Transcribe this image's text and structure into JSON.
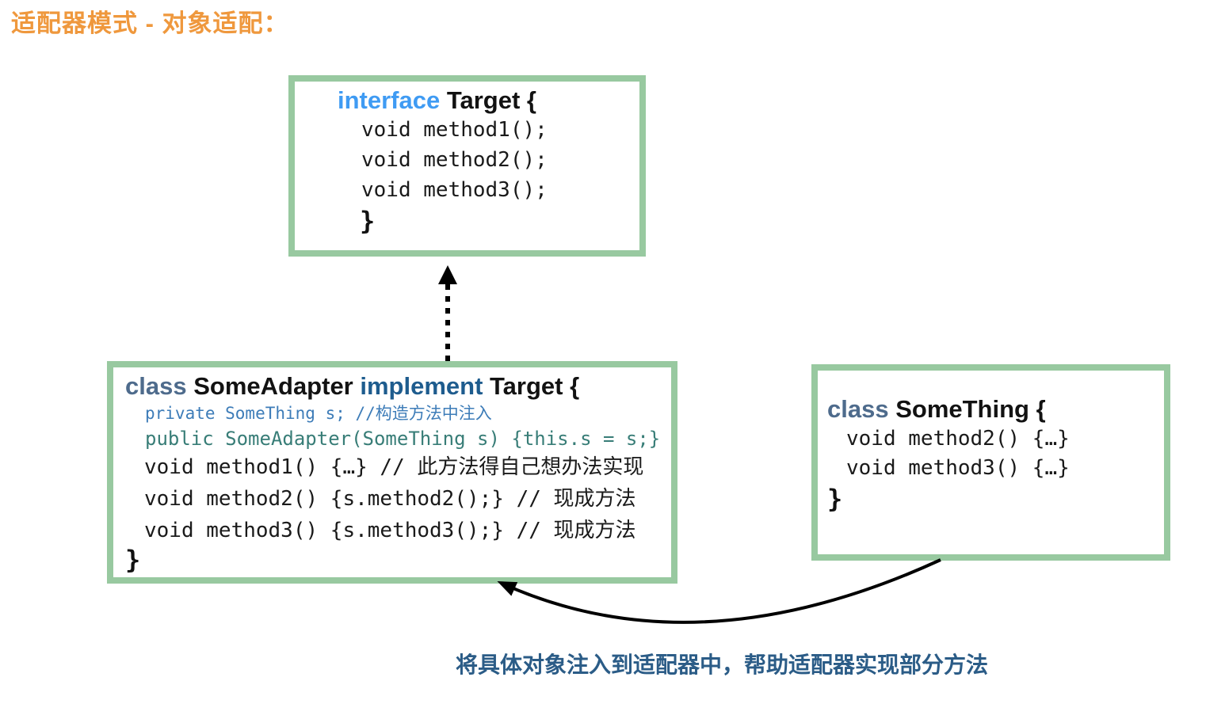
{
  "title": "适配器模式 - 对象适配：",
  "colors": {
    "title": "#ef983d",
    "box_border": "#98c9a0",
    "interface_kw": "#3f9bf3",
    "class_kw": "#4e6b8c",
    "implement_kw": "#1e5c8e",
    "private_line": "#3d7cb8",
    "public_line": "#387d77",
    "caption": "#2b5c87",
    "arrow": "#000000"
  },
  "target_box": {
    "keyword": "interface",
    "name": "Target {",
    "lines": [
      "void method1();",
      "void method2();",
      "void method3();"
    ],
    "close": "}"
  },
  "adapter_box": {
    "kw_class": "class",
    "name": "SomeAdapter",
    "kw_implement": "implement",
    "target": "Target {",
    "private_line": "private SomeThing s; //构造方法中注入",
    "public_line": "public SomeAdapter(SomeThing s) {this.s = s;}",
    "lines": [
      "void method1() {…} // 此方法得自己想办法实现",
      "void method2() {s.method2();} // 现成方法",
      "void method3() {s.method3();} // 现成方法"
    ],
    "close": "}"
  },
  "something_box": {
    "kw_class": "class",
    "name": "SomeThing {",
    "lines": [
      "void method2() {…}",
      "void method3() {…}"
    ],
    "close": "}"
  },
  "caption": "将具体对象注入到适配器中，帮助适配器实现部分方法"
}
